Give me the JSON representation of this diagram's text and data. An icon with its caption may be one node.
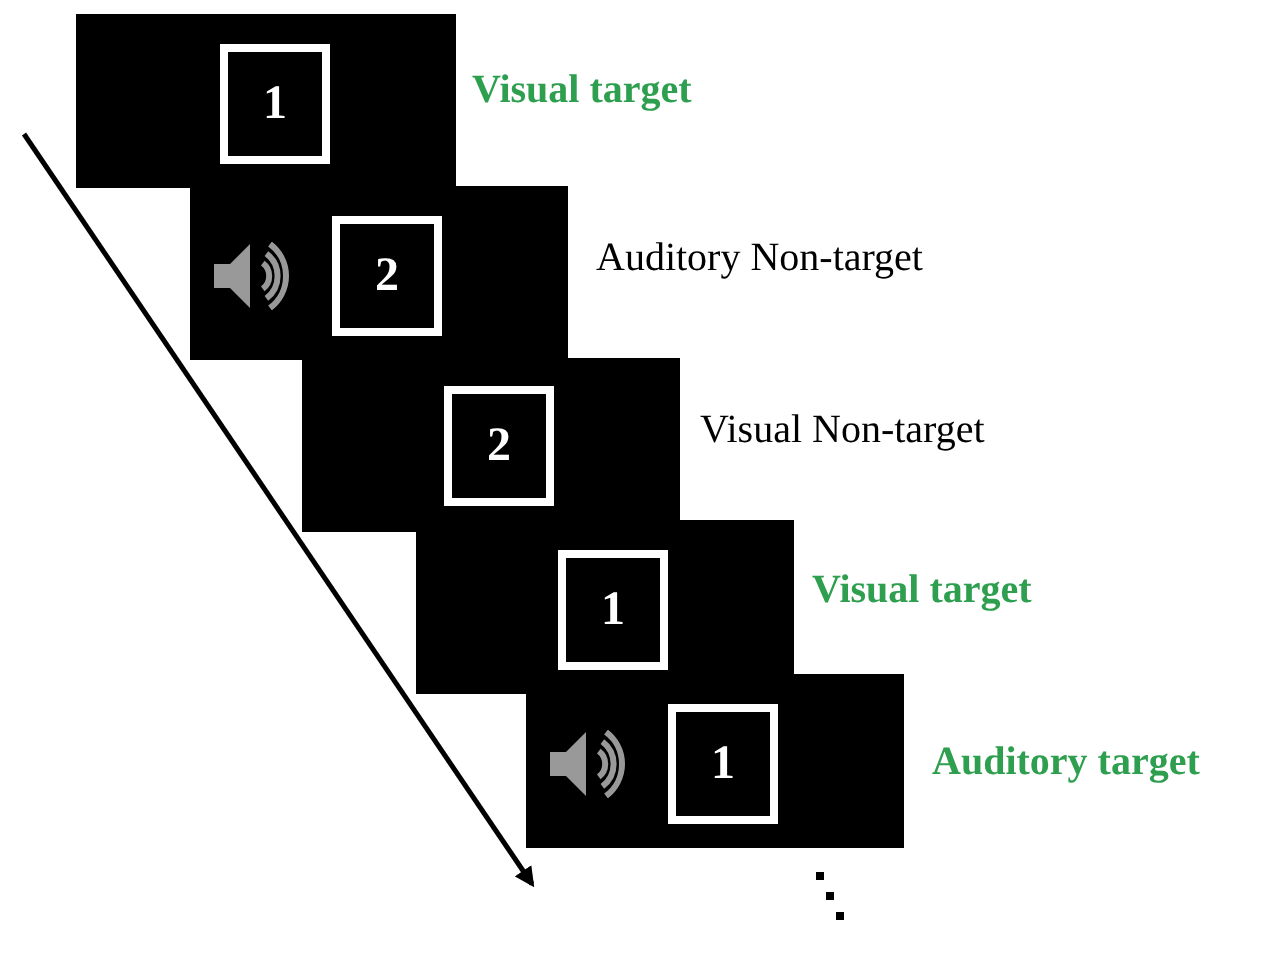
{
  "diagram": {
    "nodes": [
      {
        "text": [],
        "shape": "box",
        "beside": [
          "Visual target"
        ]
      },
      {
        "text": [
          "1"
        ],
        "in": 0
      },
      {
        "text": [],
        "shape": "box",
        "beside": [
          "Auditory Non-target"
        ]
      },
      {
        "text": [],
        "shape": "picture",
        "in": 2
      },
      {
        "text": [
          "2"
        ],
        "in": 2
      },
      {
        "text": [],
        "shape": "box",
        "beside": [
          "Visual Non-target"
        ]
      },
      {
        "text": [
          "2"
        ],
        "in": 5
      },
      {
        "text": [],
        "shape": "box",
        "beside": [
          "Visual target"
        ]
      },
      {
        "text": [
          "1"
        ],
        "in": 7
      },
      {
        "text": [],
        "shape": "box",
        "beside": [
          "Auditory target"
        ]
      },
      {
        "text": [],
        "shape": "picture",
        "in": 9
      },
      {
        "text": [
          "1"
        ],
        "in": 9
      }
    ]
  }
}
